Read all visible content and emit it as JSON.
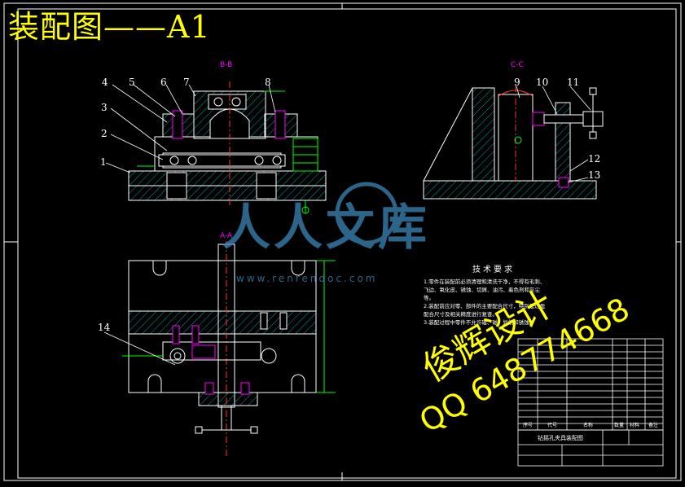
{
  "header": {
    "title": "装配图——A1"
  },
  "views": {
    "section_bb": "B-B",
    "section_cc": "C-C",
    "section_aa": "A-A"
  },
  "part_numbers": [
    "1",
    "2",
    "3",
    "4",
    "5",
    "6",
    "7",
    "8",
    "9",
    "10",
    "11",
    "12",
    "13",
    "14"
  ],
  "technical_requirements": {
    "heading": "技术要求",
    "lines": [
      "1.零件在装配前必须清理和清洗干净，不得有毛刺、",
      "飞边、氧化皮、锈蚀、切屑、油污、着色剂和灰尘",
      "等。",
      "2.装配前应对零、部件的主要配合尺寸，特别是过盈",
      "配合尺寸及相关精度进行复查。",
      "3.装配过程中零件不允许磕、碰、划伤和锈蚀。"
    ]
  },
  "title_block": {
    "drawing_name": "钻摇孔夹具装配图",
    "header_cells": [
      "序号",
      "代号",
      "名称",
      "数量",
      "材料",
      "备注"
    ]
  },
  "watermark": {
    "site_logo": "人人文库",
    "site_url": "www.renrendoc.com",
    "seller": "俊辉设计",
    "qq": "QQ 648774668"
  },
  "colors": {
    "background": "#000000",
    "outline": "#ffffff",
    "title": "#ffff00",
    "hatch": "#00a0a0",
    "dimension": "#00ff00",
    "bolt": "#ff00ff",
    "center_line": "#ff3333",
    "watermark": "#3b87b8"
  }
}
